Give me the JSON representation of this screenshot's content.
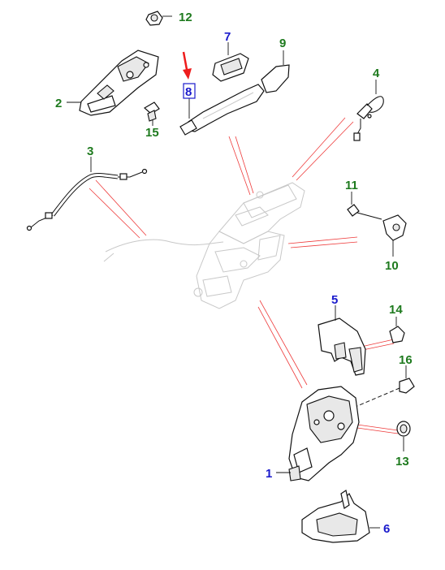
{
  "diagram": {
    "callouts": [
      {
        "num": "1",
        "color": "blue"
      },
      {
        "num": "2",
        "color": "green"
      },
      {
        "num": "3",
        "color": "green"
      },
      {
        "num": "4",
        "color": "green"
      },
      {
        "num": "5",
        "color": "blue"
      },
      {
        "num": "6",
        "color": "blue"
      },
      {
        "num": "7",
        "color": "blue"
      },
      {
        "num": "8",
        "color": "blue",
        "highlighted": true
      },
      {
        "num": "9",
        "color": "green"
      },
      {
        "num": "10",
        "color": "green"
      },
      {
        "num": "11",
        "color": "green"
      },
      {
        "num": "12",
        "color": "green"
      },
      {
        "num": "13",
        "color": "green"
      },
      {
        "num": "14",
        "color": "green"
      },
      {
        "num": "15",
        "color": "green"
      },
      {
        "num": "16",
        "color": "green"
      }
    ],
    "colors": {
      "green_label": "#1e7a1e",
      "blue_label": "#1a1acc",
      "arrow": "#ee1c1c",
      "guide_lines": "#ee3b3b"
    }
  }
}
